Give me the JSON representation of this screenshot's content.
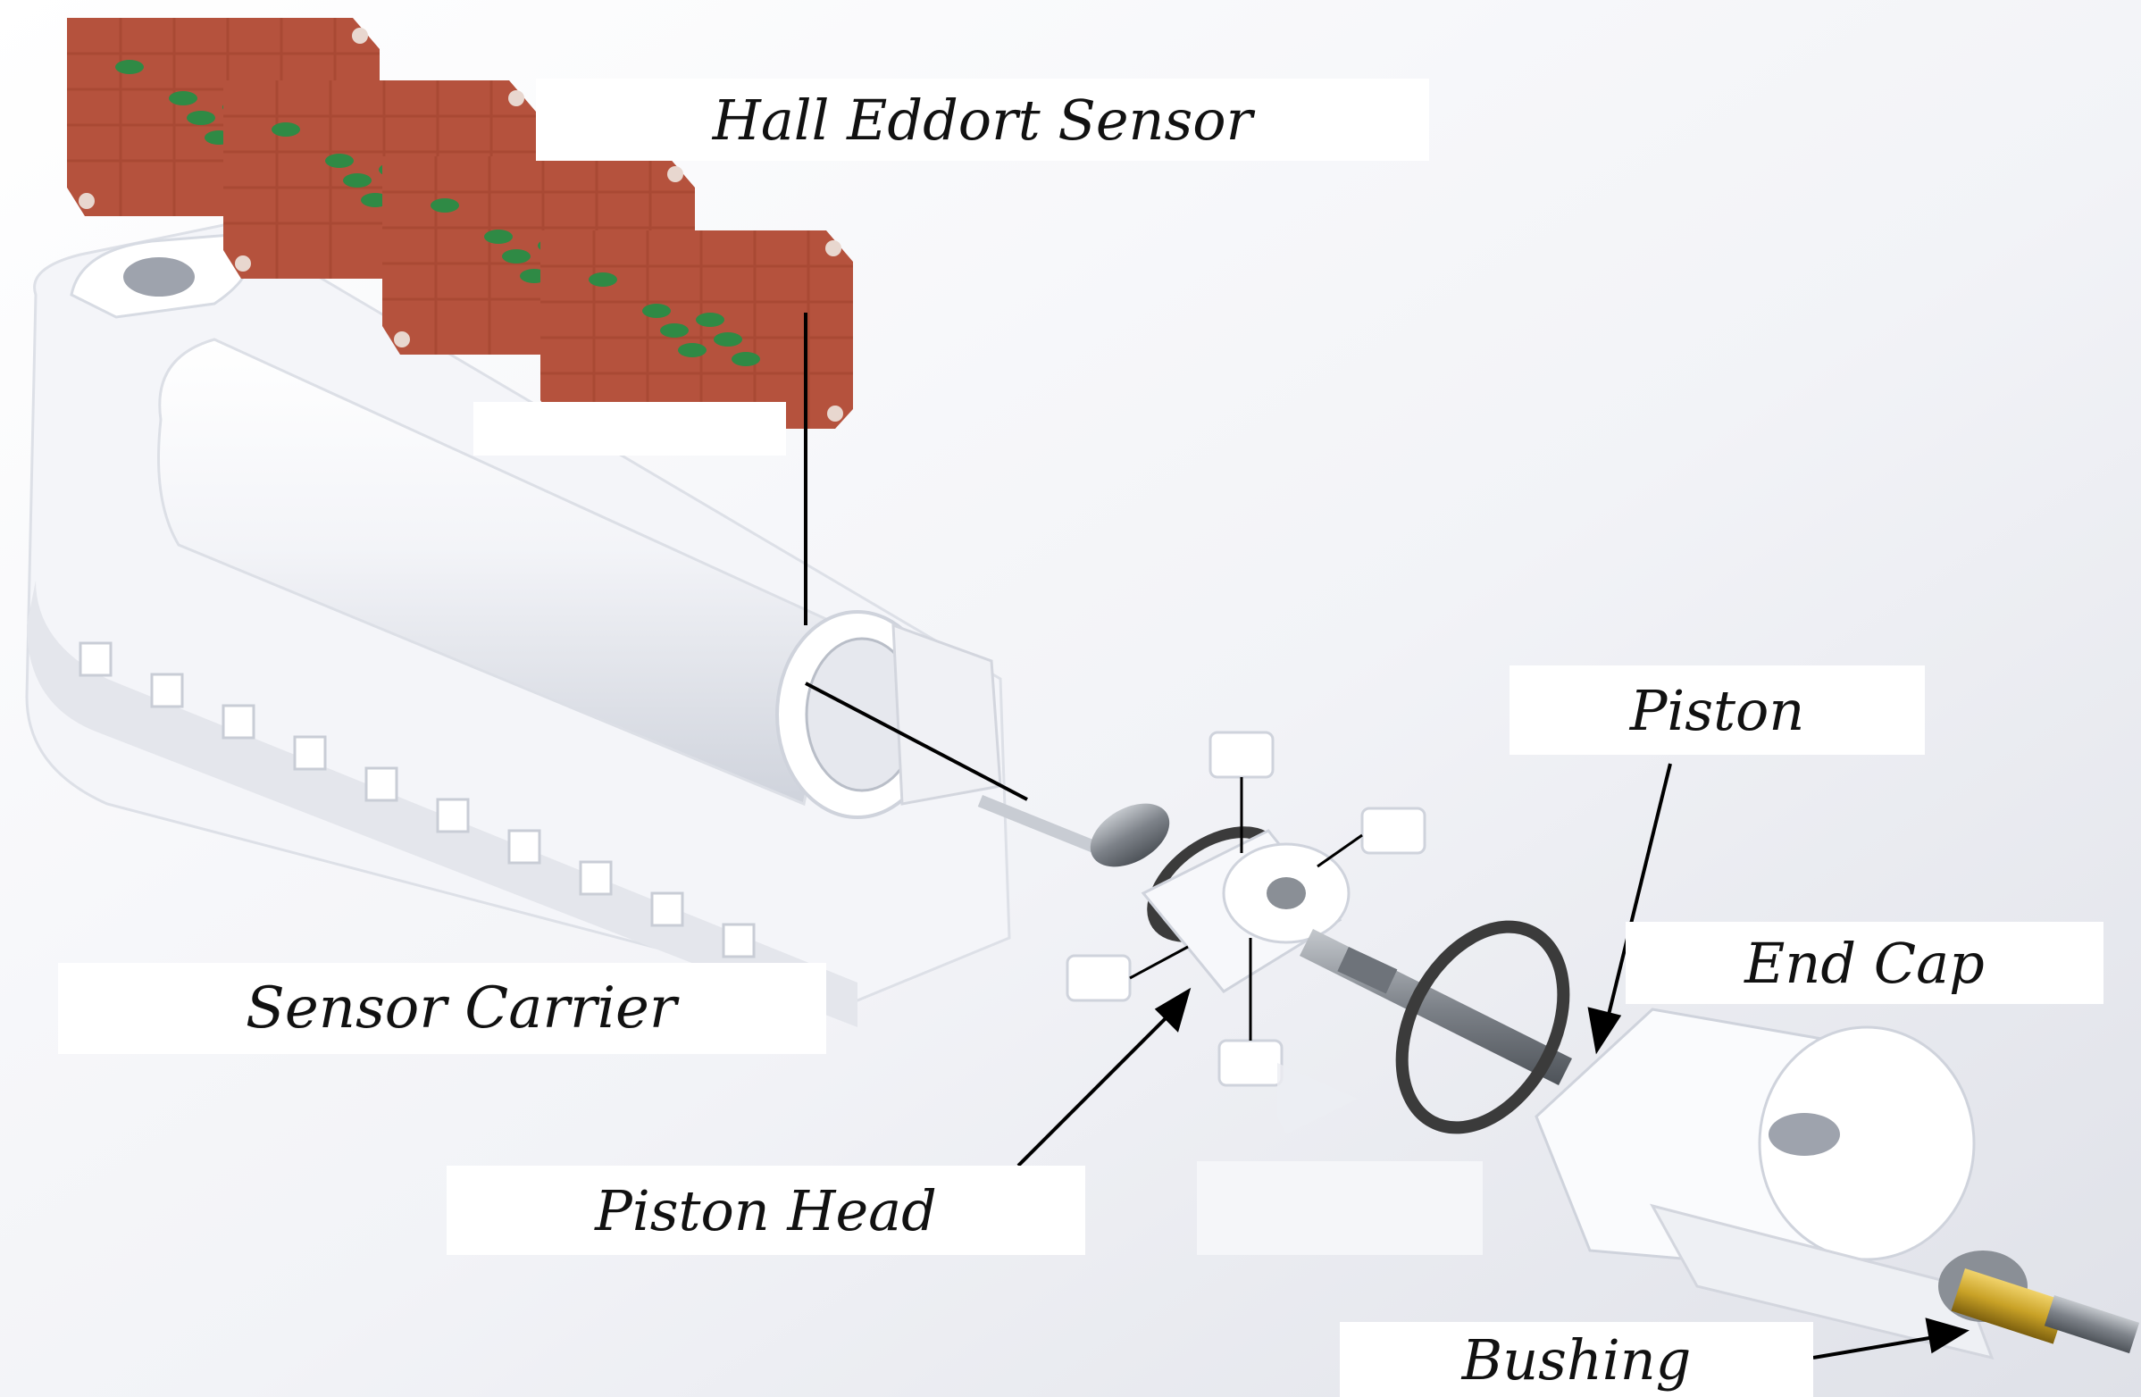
{
  "labels": {
    "hall_sensor": "Hall Eddort Sensor",
    "sensor_carrier": "Sensor Carrier",
    "piston": "Piston",
    "end_cap": "End Cap",
    "piston_head": "Piston Head",
    "bushing": "Bushing"
  },
  "colors": {
    "pcb": "#b5523d",
    "pcb_hole": "#e8d7cf",
    "component": "#2f8a45",
    "part_white": "#f7f8fb",
    "part_shade": "#d7dbe3",
    "metal": "#8a8f96",
    "brass": "#c9a227",
    "oring": "#3b3b3b",
    "leader": "#000000"
  }
}
